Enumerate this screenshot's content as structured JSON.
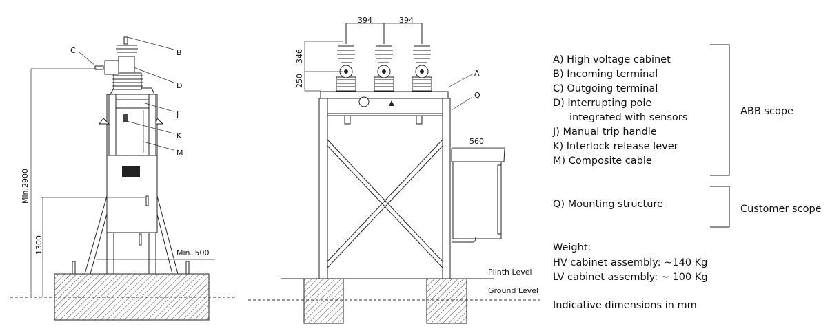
{
  "side_view": {
    "labels": {
      "c": "C",
      "b": "B",
      "d": "D",
      "j": "J",
      "k": "K",
      "m": "M"
    },
    "dims": {
      "min_height": "Min.2900",
      "cabinet_height": "1300",
      "min_clearance": "Min. 500"
    }
  },
  "front_view": {
    "labels": {
      "a": "A",
      "q": "Q"
    },
    "dims": {
      "pitch_1": "394",
      "pitch_2": "394",
      "bushing_upper": "346",
      "bushing_lower": "250",
      "lv_width": "560"
    },
    "levels": {
      "plinth": "Plinth Level",
      "ground": "Ground Level"
    }
  },
  "legend": {
    "abb_items": [
      "A)  High voltage cabinet",
      "B)  Incoming terminal",
      "C)  Outgoing terminal",
      "D)  Interrupting pole",
      "      integrated with sensors",
      "J)  Manual trip handle",
      "K)  Interlock release lever",
      "M) Composite cable"
    ],
    "abb_scope": "ABB scope",
    "customer_items": [
      "Q) Mounting structure"
    ],
    "customer_scope": "Customer scope",
    "weight_title": "Weight:",
    "weight_hv": "HV cabinet assembly: ~140 Kg",
    "weight_lv": "LV cabinet assembly: ~ 100 Kg",
    "note": "Indicative dimensions in mm"
  }
}
